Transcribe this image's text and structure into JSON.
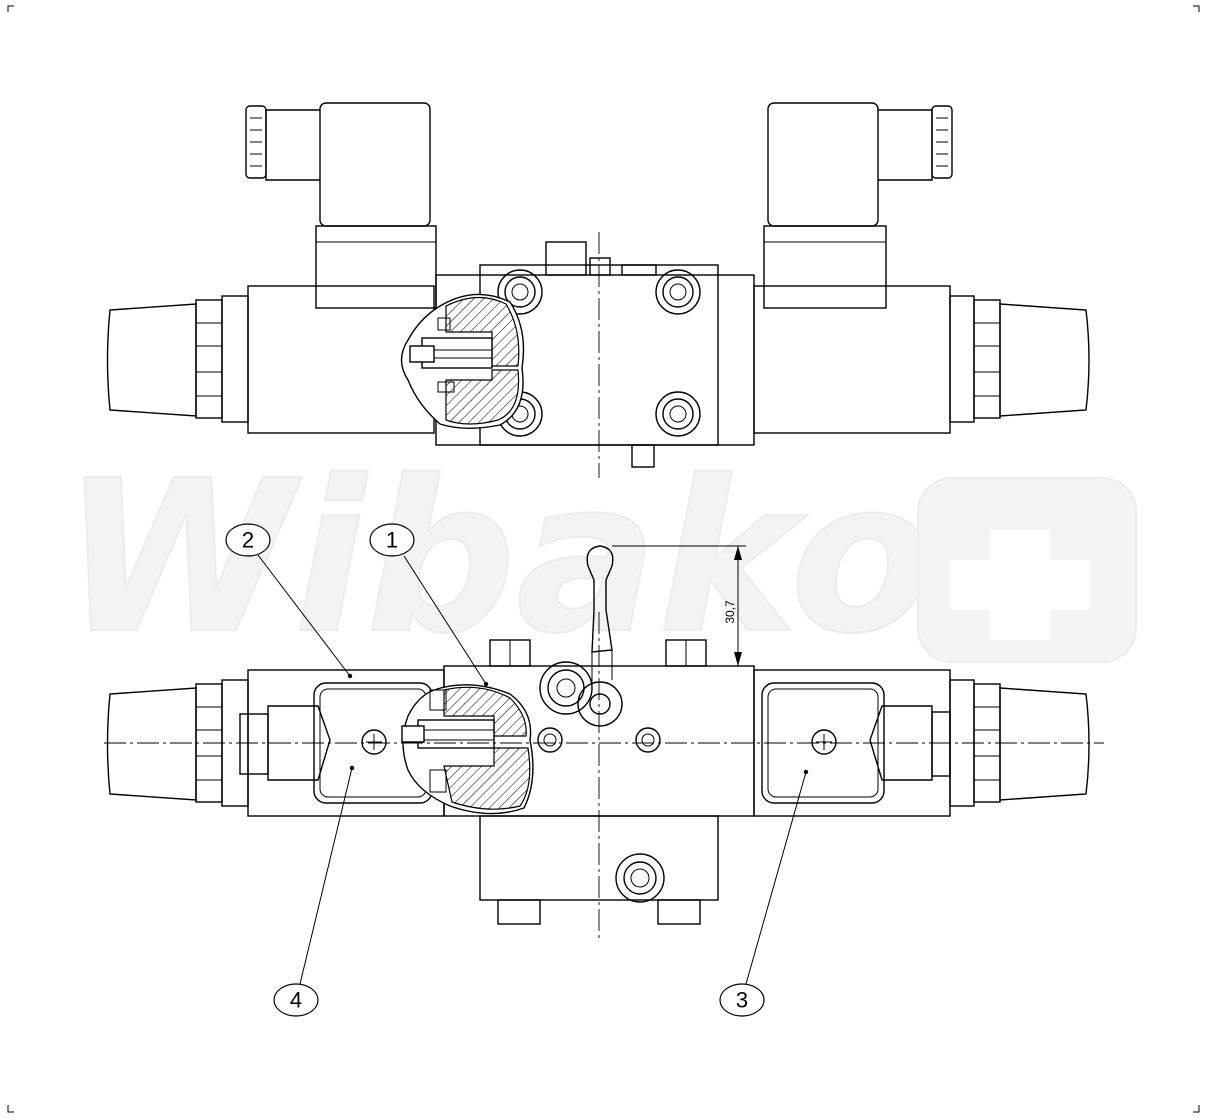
{
  "watermark": {
    "text": "Wibako"
  },
  "balloons": [
    {
      "id": "1",
      "label": "1"
    },
    {
      "id": "2",
      "label": "2"
    },
    {
      "id": "3",
      "label": "3"
    },
    {
      "id": "4",
      "label": "4"
    }
  ],
  "dimension": {
    "value": "30,7"
  }
}
